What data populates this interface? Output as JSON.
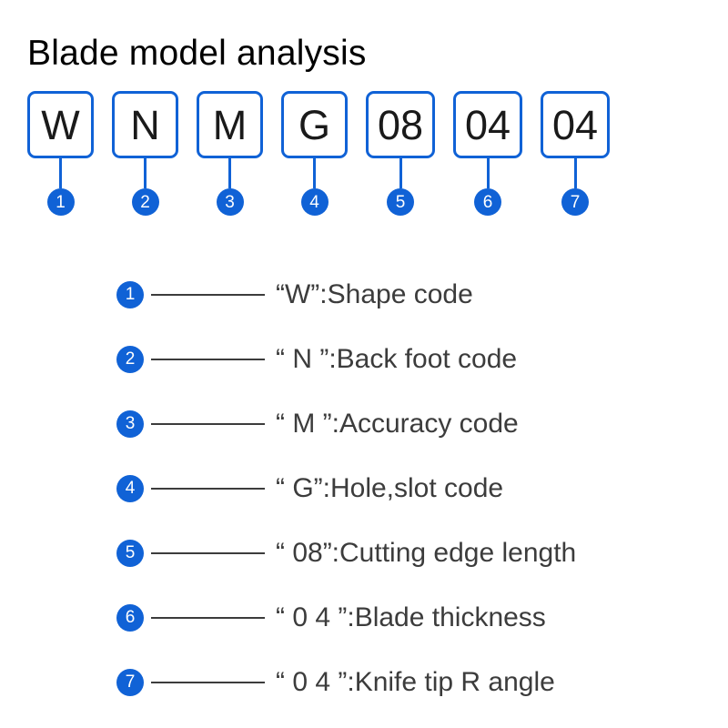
{
  "title": "Blade model analysis",
  "colors": {
    "accent_blue": "#1062d6",
    "text_dark": "#3c3c3c",
    "title_black": "#000000",
    "background": "#ffffff"
  },
  "code_boxes": [
    {
      "index": "1",
      "code": "W",
      "type": "letter"
    },
    {
      "index": "2",
      "code": "N",
      "type": "letter"
    },
    {
      "index": "3",
      "code": "M",
      "type": "letter"
    },
    {
      "index": "4",
      "code": "G",
      "type": "letter"
    },
    {
      "index": "5",
      "code": "08",
      "type": "number"
    },
    {
      "index": "6",
      "code": "04",
      "type": "number"
    },
    {
      "index": "7",
      "code": "04",
      "type": "number"
    }
  ],
  "legend": [
    {
      "index": "1",
      "text": "“W”:Shape code"
    },
    {
      "index": "2",
      "text": "“ N ”:Back foot code"
    },
    {
      "index": "3",
      "text": "“ M ”:Accuracy code"
    },
    {
      "index": "4",
      "text": "“ G”:Hole,slot code"
    },
    {
      "index": "5",
      "text": "“ 08”:Cutting edge length"
    },
    {
      "index": "6",
      "text": "“ 0 4 ”:Blade thickness"
    },
    {
      "index": "7",
      "text": "“ 0 4 ”:Knife tip R angle"
    }
  ]
}
